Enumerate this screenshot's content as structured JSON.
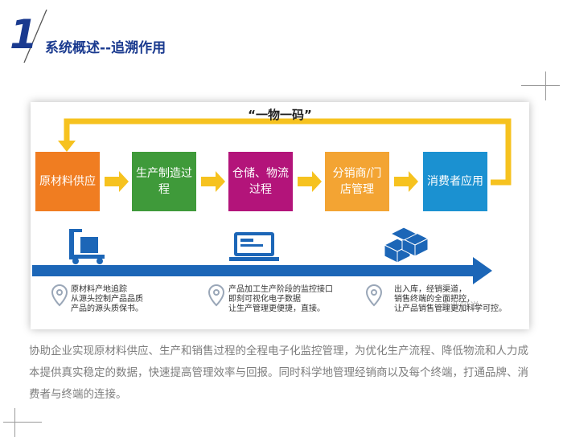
{
  "header": {
    "number": "1",
    "title": "系统概述--追溯作用"
  },
  "diagram": {
    "caption": "“一物一码”",
    "colors": {
      "orange": "#f07d21",
      "green": "#3f9a3a",
      "magenta": "#b3147a",
      "lightorange": "#f3a433",
      "blue": "#1b91d1",
      "arrow_yellow": "#f6c21f",
      "timeline_blue": "#1c66b7"
    },
    "steps": [
      {
        "label": "原材料供应",
        "color": "#f07d21"
      },
      {
        "label": "生产制造过程",
        "color": "#3f9a3a"
      },
      {
        "label": "仓储、物流过程",
        "color": "#b3147a"
      },
      {
        "label": "分销商/门店管理",
        "color": "#f3a433"
      },
      {
        "label": "消费者应用",
        "color": "#1b91d1"
      }
    ],
    "icons": [
      "forklift-icon",
      "laptop-icon",
      "boxes-icon",
      "location-pin-icon"
    ],
    "notes": [
      "原材料产地追踪\n从源头控制产品品质\n产品的源头质保书。",
      "产品加工生产阶段的监控接口\n即刻可视化电子数据\n让生产管理更便捷，直接。",
      "出入库，经销渠道，\n销售终端的全面把控，\n让产品销售管理更加科学可控。"
    ],
    "watermark": "企业码说"
  },
  "paragraph": "协助企业实现原材料供应、生产和销售过程的全程电子化监控管理，为优化生产流程、降低物流和人力成本提供真实稳定的数据，快速提高管理效率与回报。同时科学地管理经销商以及每个终端，打通品牌、消费者与终端的连接。"
}
